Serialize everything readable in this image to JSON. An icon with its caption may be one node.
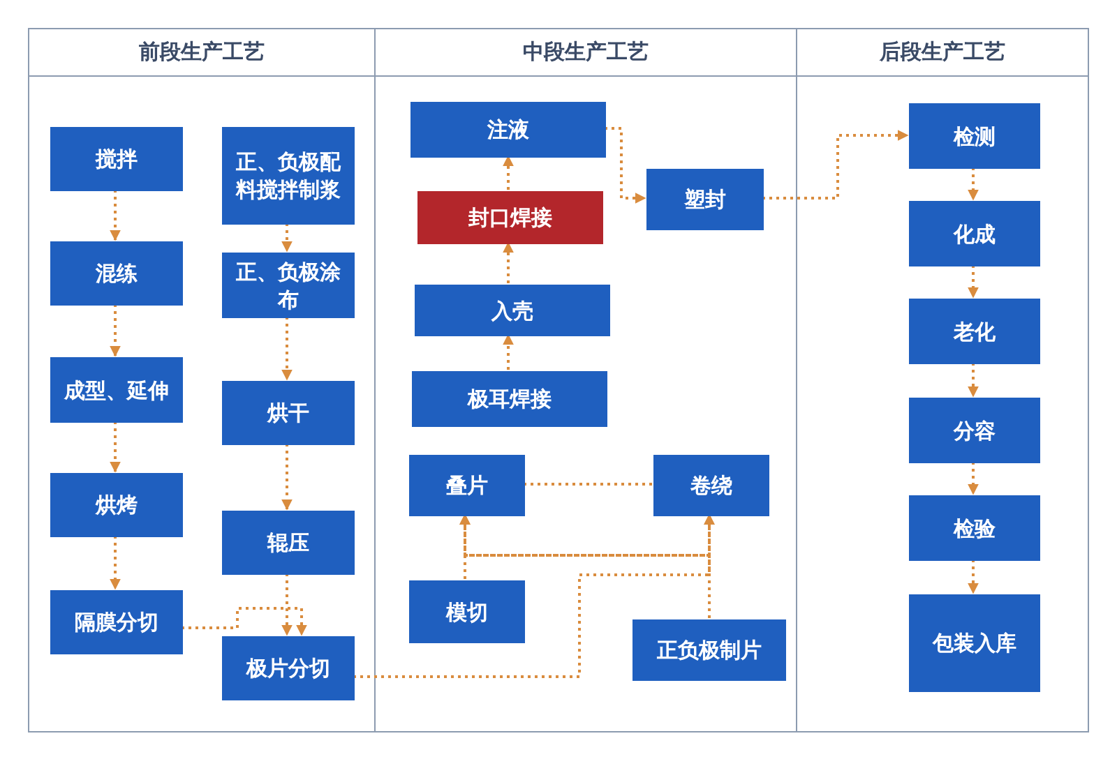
{
  "diagram": {
    "nodes": [
      {
        "text": [
          "前段生产工艺"
        ]
      },
      {
        "text": [
          "搅拌"
        ],
        "in": 0
      },
      {
        "text": [
          "混练"
        ],
        "in": 0
      },
      {
        "text": [
          "成型、延伸"
        ],
        "in": 0
      },
      {
        "text": [
          "烘烤"
        ],
        "in": 0
      },
      {
        "text": [
          "隔膜分切"
        ],
        "in": 0
      },
      {
        "text": [
          "正、负极配料搅拌制浆"
        ],
        "in": 0
      },
      {
        "text": [
          "正、负极涂布"
        ],
        "in": 0
      },
      {
        "text": [
          "烘干"
        ],
        "in": 0
      },
      {
        "text": [
          "辊压"
        ],
        "in": 0
      },
      {
        "text": [
          "极片分切"
        ],
        "in": 0
      },
      {
        "text": [
          "中段生产工艺"
        ]
      },
      {
        "text": [
          "注液"
        ],
        "in": 11
      },
      {
        "text": [
          "封口焊接"
        ],
        "in": 11
      },
      {
        "text": [
          "塑封"
        ],
        "in": 11
      },
      {
        "text": [
          "入壳"
        ],
        "in": 11
      },
      {
        "text": [
          "极耳焊接"
        ],
        "in": 11
      },
      {
        "text": [
          "叠片"
        ],
        "in": 11
      },
      {
        "text": [
          "卷绕"
        ],
        "in": 11
      },
      {
        "text": [
          "模切"
        ],
        "in": 11
      },
      {
        "text": [
          "正负极制片"
        ],
        "in": 11
      },
      {
        "text": [
          "后段生产工艺"
        ]
      },
      {
        "text": [
          "检测"
        ],
        "in": 21
      },
      {
        "text": [
          "化成"
        ],
        "in": 21
      },
      {
        "text": [
          "老化"
        ],
        "in": 21
      },
      {
        "text": [
          "分容"
        ],
        "in": 21
      },
      {
        "text": [
          "检验"
        ],
        "in": 21
      },
      {
        "text": [
          "包装入库"
        ],
        "in": 21
      }
    ],
    "edges": [
      {
        "from": 1,
        "to": 2,
        "arrow": "to"
      },
      {
        "from": 2,
        "to": 3,
        "arrow": "to"
      },
      {
        "from": 3,
        "to": 4,
        "arrow": "to"
      },
      {
        "from": 4,
        "to": 5,
        "arrow": "to"
      },
      {
        "from": 6,
        "to": 7,
        "arrow": "to"
      },
      {
        "from": 7,
        "to": 8,
        "arrow": "to"
      },
      {
        "from": 8,
        "to": 9,
        "arrow": "to"
      },
      {
        "from": 9,
        "to": 10,
        "arrow": "to"
      },
      {
        "from": 5,
        "to": 10,
        "arrow": "to"
      },
      {
        "from": 10,
        "to": 17,
        "arrow": "to"
      },
      {
        "from": 10,
        "to": 18,
        "arrow": "to"
      },
      {
        "from": 20,
        "to": 17,
        "arrow": "to"
      },
      {
        "from": 20,
        "to": 18,
        "arrow": "to"
      },
      {
        "from": 19,
        "to": 17,
        "arrow": "to"
      },
      {
        "from": 17,
        "to": 18,
        "arrow": "none"
      },
      {
        "from": 16,
        "to": 15,
        "arrow": "to"
      },
      {
        "from": 15,
        "to": 13,
        "arrow": "to"
      },
      {
        "from": 13,
        "to": 12,
        "arrow": "to"
      },
      {
        "from": 12,
        "to": 14,
        "arrow": "to"
      },
      {
        "from": 14,
        "to": 22,
        "arrow": "to"
      },
      {
        "from": 22,
        "to": 23,
        "arrow": "to"
      },
      {
        "from": 23,
        "to": 24,
        "arrow": "to"
      },
      {
        "from": 24,
        "to": 25,
        "arrow": "to"
      },
      {
        "from": 25,
        "to": 26,
        "arrow": "to"
      },
      {
        "from": 26,
        "to": 27,
        "arrow": "to"
      }
    ]
  }
}
